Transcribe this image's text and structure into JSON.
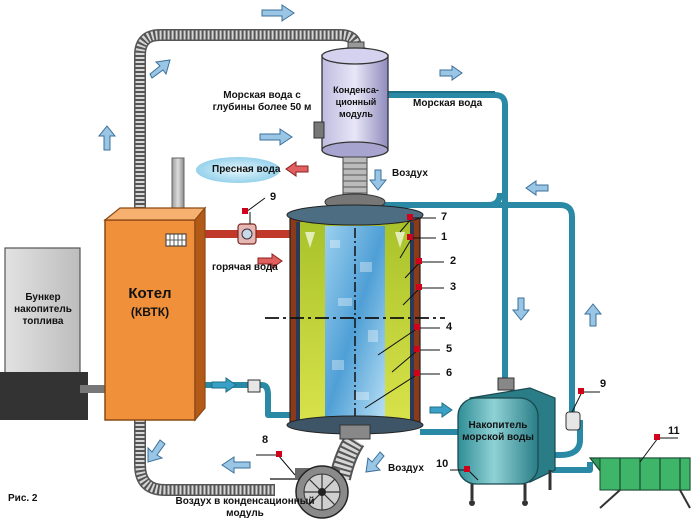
{
  "labels": {
    "seawater_depth": "Морская вода с глубины более 50 м",
    "condensation_module": "Конденса-ционный модуль",
    "seawater": "Морская вода",
    "fresh_water": "Пресная вода",
    "air_top": "Воздух",
    "bunker": "Бункер накопитель топлива",
    "boiler_title": "Котел",
    "boiler_sub": "(КВТК)",
    "hot_water": "горячая вода",
    "storage": "Накопитель морской воды",
    "air_bottom": "Воздух",
    "air_to_module": "Воздух в конденсационный модуль",
    "figure": "Рис. 2"
  },
  "numbers": {
    "n1": "1",
    "n2": "2",
    "n3": "3",
    "n4": "4",
    "n5": "5",
    "n6": "6",
    "n7": "7",
    "n8": "8",
    "n9a": "9",
    "n9b": "9",
    "n10": "10",
    "n11": "11"
  },
  "colors": {
    "pipe_blue": "#2a8aa6",
    "pipe_red": "#c0392b",
    "boiler_orange": "#f0903a",
    "tank_teal": "#3a9ea6",
    "inner_blue": "#6ab4e0",
    "inner_yellow": "#c9d93a",
    "brick": "#8b3a1a",
    "arrow_blue": "#4a8ec8",
    "fresh_water_blob": "#9fd8f0",
    "marker_red": "#d0021b"
  }
}
